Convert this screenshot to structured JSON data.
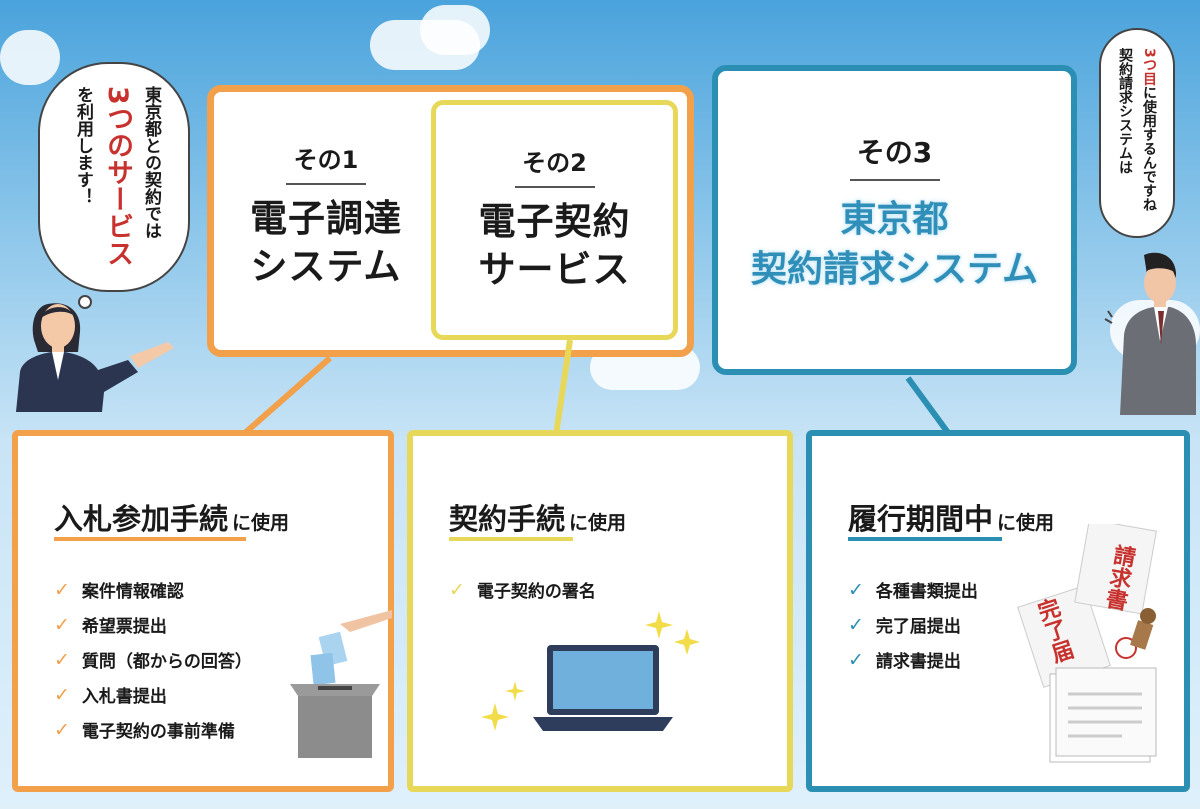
{
  "speech_left": {
    "line1": "東京都との契約では",
    "highlight": "3つのサービス",
    "line3": "を利用します！"
  },
  "speech_right": {
    "line1": "契約請求システムは",
    "highlight": "3つ目",
    "line2_rest": "に使用するんですね"
  },
  "services": [
    {
      "number": "その1",
      "name_line1": "電子調達",
      "name_line2": "システム"
    },
    {
      "number": "その2",
      "name_line1": "電子契約",
      "name_line2": "サービス"
    },
    {
      "number": "その3",
      "name_line1": "東京都",
      "name_line2": "契約請求システム"
    }
  ],
  "panels": [
    {
      "title": "入札参加手続",
      "suffix": "に使用",
      "items": [
        "案件情報確認",
        "希望票提出",
        "質問（都からの回答）",
        "入札書提出",
        "電子契約の事前準備"
      ]
    },
    {
      "title": "契約手続",
      "suffix": "に使用",
      "items": [
        "電子契約の署名"
      ]
    },
    {
      "title": "履行期間中",
      "suffix": "に使用",
      "items": [
        "各種書類提出",
        "完了届提出",
        "請求書提出"
      ]
    }
  ],
  "doc_labels": {
    "invoice": "請求書",
    "completion": "完了届"
  },
  "colors": {
    "orange": "#f2a04a",
    "yellow": "#e7d85a",
    "teal": "#2b8fb3",
    "highlight_red": "#c8322e"
  },
  "icons": [
    "woman-presenter",
    "man-looking-up",
    "ballot-box-icon",
    "laptop-icon",
    "sparkle-icon",
    "documents-stamp-icon",
    "check-icon"
  ]
}
